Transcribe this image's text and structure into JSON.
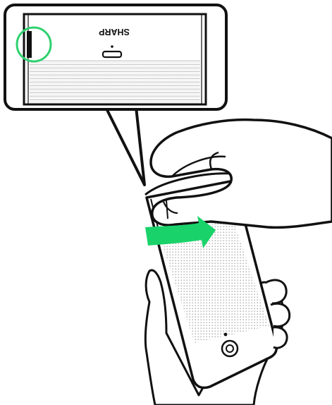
{
  "callout": {
    "logo_text": "SHARP"
  },
  "colors": {
    "line": "#111111",
    "background": "#ffffff",
    "highlight": "#2fd16f",
    "arrow": "#19d36a",
    "dots": "#a9a9a9",
    "panel_gray": "#d8d8d8"
  },
  "icons": {
    "highlight_ring": "green-circle",
    "direction_arrow": "curved-arrow-right",
    "camera": "camera-lens-icon"
  }
}
